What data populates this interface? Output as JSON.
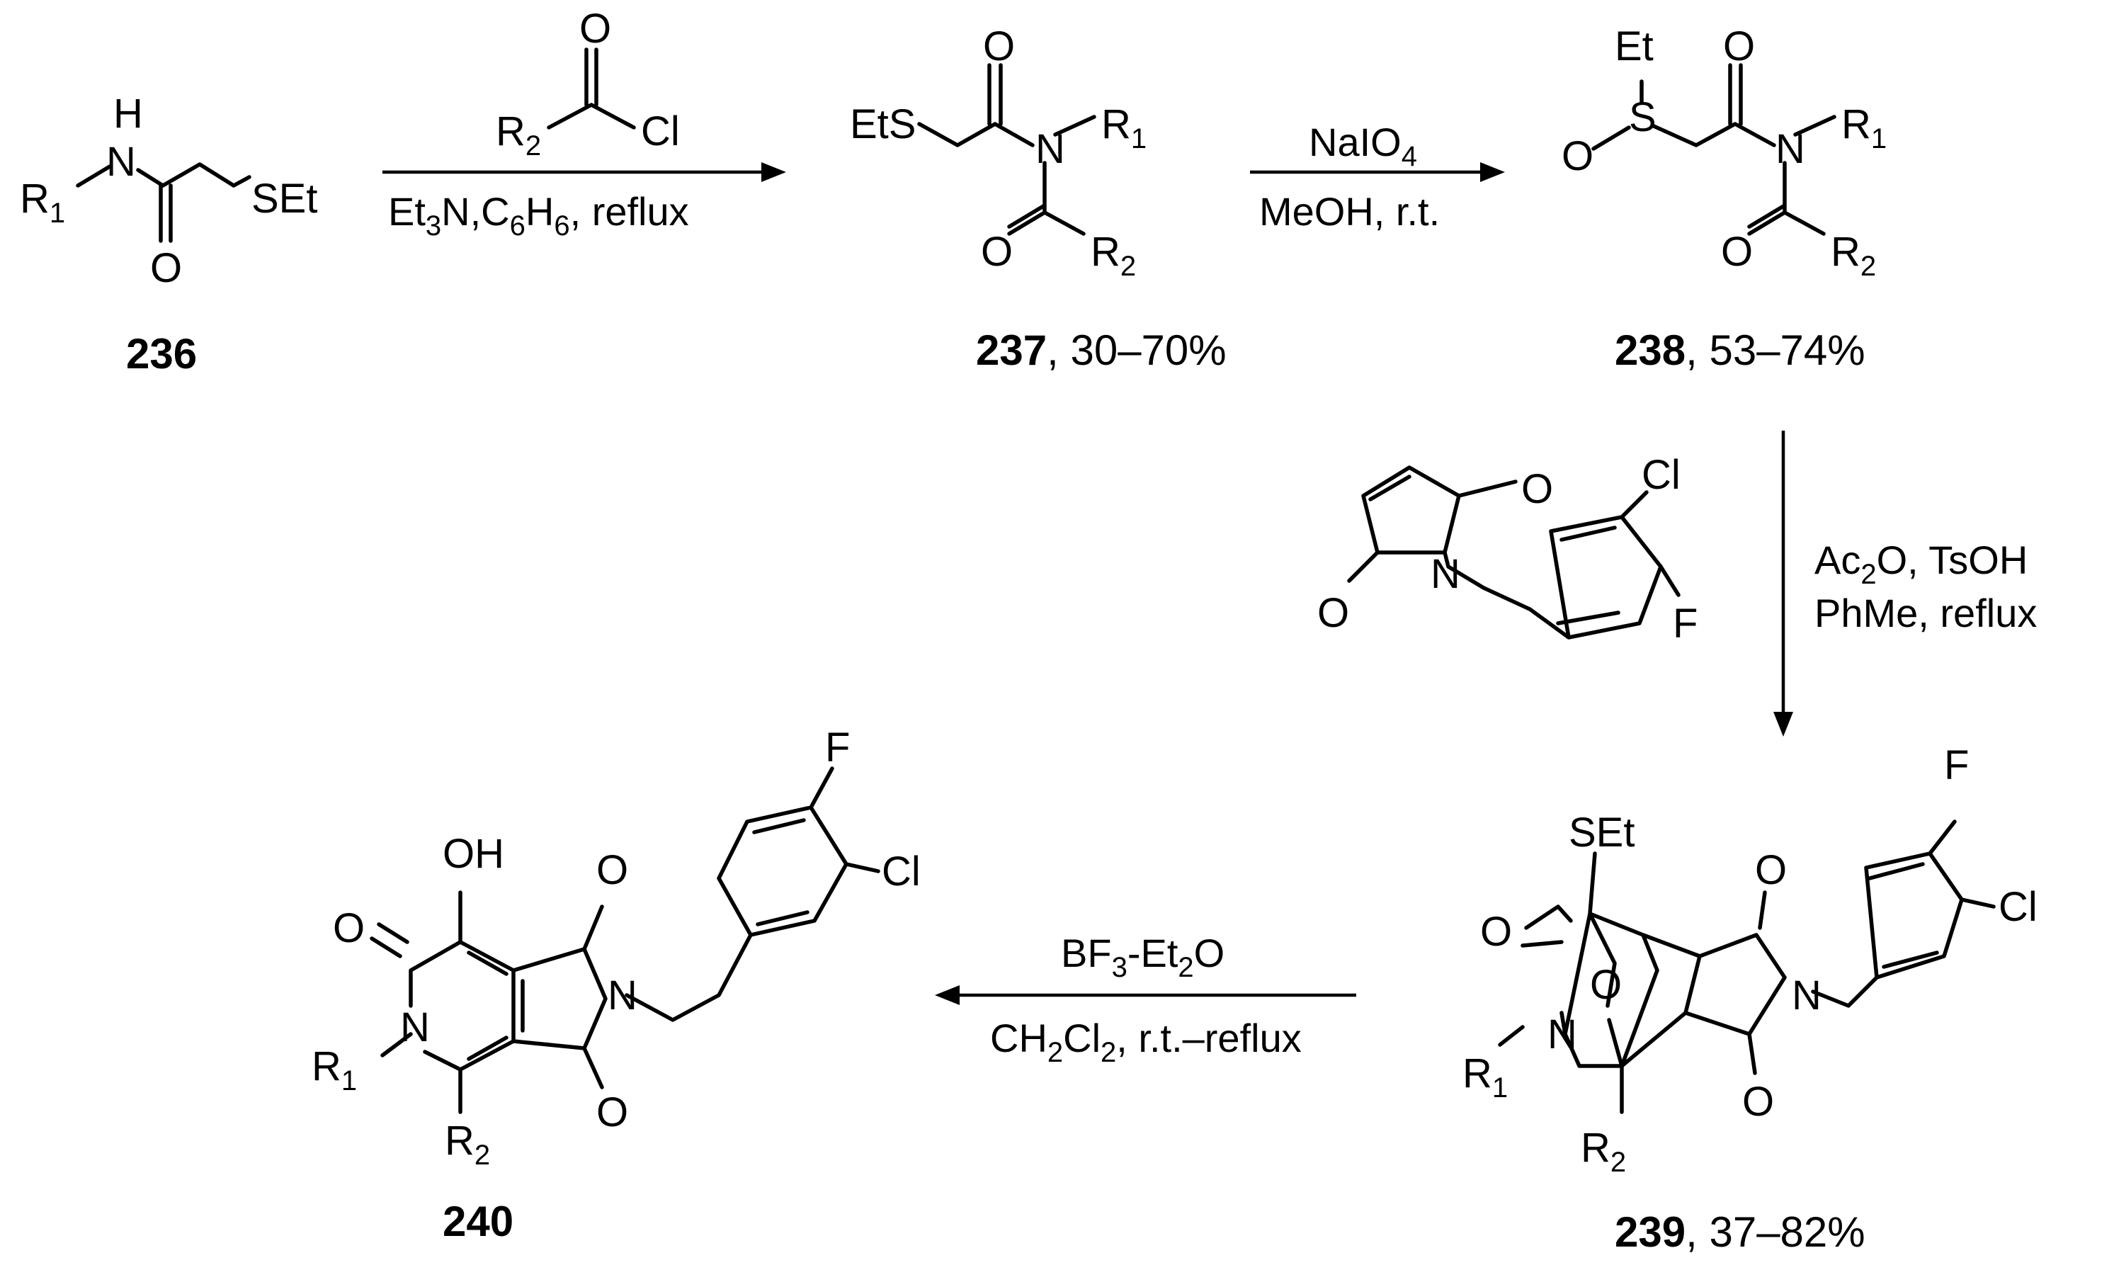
{
  "compounds": {
    "c236": {
      "number": "236",
      "yield": ""
    },
    "c237": {
      "number": "237",
      "yield": ", 30–70%"
    },
    "c238": {
      "number": "238",
      "yield": ", 53–74%"
    },
    "c239": {
      "number": "239",
      "yield": ", 37–82%"
    },
    "c240": {
      "number": "240",
      "yield": ""
    }
  },
  "atoms": {
    "R": "R",
    "n1": "1",
    "n2": "2",
    "n3": "3",
    "n4": "4",
    "n6": "6",
    "N": "N",
    "H": "H",
    "O": "O",
    "S": "S",
    "SEt": "SEt",
    "EtS": "EtS",
    "Et": "Et",
    "Cl": "Cl",
    "F": "F",
    "OH": "OH"
  },
  "conditions": {
    "step1_line2_a": "Et",
    "step1_line2_b": "N,C",
    "step1_line2_c": "H",
    "step1_line2_d": ", reflux",
    "step2_line1": "NaIO",
    "step2_line2": "MeOH, r.t.",
    "step3_line1_a": "Ac",
    "step3_line1_b": "O, TsOH",
    "step3_line2": "PhMe, reflux",
    "step4_line1_a": "BF",
    "step4_line1_b": "-Et",
    "step4_line1_c": "O",
    "step4_line2_a": "CH",
    "step4_line2_b": "Cl",
    "step4_line2_c": ", r.t.–reflux"
  }
}
